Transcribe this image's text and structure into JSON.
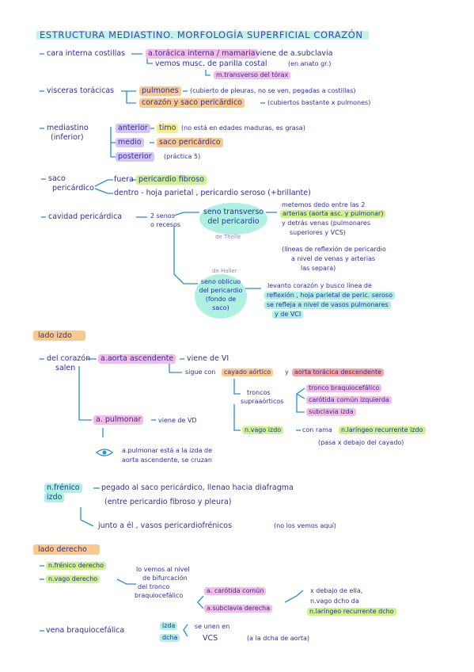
{
  "title": "ESTRUCTURA MEDIASTINO. MORFOLOGÍA SUPERFICIAL CORAZÓN",
  "cara": {
    "label": "cara interna costillas",
    "arteria": "a.torácica interna / mamaria",
    "viene": "viene de a.subclavia",
    "vemos": "vemos musc. de parilla costal",
    "anato": "(en anato gr.)",
    "nervio": "m.transverso del tórax"
  },
  "visceras": {
    "label": "visceras torácicas",
    "pulmones": "pulmones",
    "pulmones_note": "(cubierto de pleuras, no se ven, pegadas a costillas)",
    "corazon": "corazón y saco pericárdico",
    "corazon_note": "(cubiertos bastante x pulmones)"
  },
  "mediastino": {
    "label1": "mediastino",
    "label2": "(inferior)",
    "anterior": "anterior",
    "timo": "timo",
    "timo_note": "(no está en edades maduras, es grasa)",
    "medio": "medio",
    "saco": "saco pericárdico",
    "posterior": "posterior",
    "practica": "(práctica 5)"
  },
  "saco": {
    "label1": "saco",
    "label2": "pericárdico",
    "fuera": "fuera",
    "fibroso": "pericardio fibroso",
    "dentro": "dentro - hoja parietal , pericardio seroso (+brillante)"
  },
  "cavidad": {
    "label": "cavidad pericárdica",
    "senos1": "2 senos",
    "senos2": "o recesos",
    "transverso": [
      "seno transverso",
      "del pericardio"
    ],
    "thelle": "de Thelle",
    "metemos": [
      "metemos dedo entre las 2",
      "arterias (aorta asc. y pulmonar)",
      "y detrás venas (pulmonares",
      "superiores y VCS)"
    ],
    "lineas": [
      "(líneas de reflexión de pericardio",
      "a nivel de venas y arterias",
      "las separa)"
    ],
    "haller": "de Haller",
    "oblicuo": [
      "seno oblicuo",
      "del pericardio",
      "(fondo de",
      "saco)"
    ],
    "levanto": [
      "levanto corazón y busco línea de",
      "reflexión , hoja parietal de peric. seroso",
      "se refleja a nivel de vasos pulmonares",
      "y de VCI"
    ]
  },
  "izdo": {
    "header": "lado izdo",
    "del1": "del corazón",
    "del2": "salen",
    "aorta": "a.aorta ascendente",
    "viene_vi": "viene de VI",
    "sigue": "sigue con",
    "cayado": "cayado aórtico",
    "y": "y",
    "toracica": "aorta torácica descendente",
    "troncos1": "troncos",
    "troncos2": "supraaórticos",
    "tronco_braq": "tronco braquiocefálico",
    "carotida": "carótida común izquierda",
    "subclavia": "subclavia izda",
    "pulmonar": "a. pulmonar",
    "viene_vd": "viene de VD",
    "nvago": "n.vago izdo",
    "con_rama": "con rama",
    "laringeo": "n.laríngeo recurrente izdo",
    "pasa": "(pasa x debajo del cayado)",
    "nota1": "a.pulmonar está a la izda de",
    "nota2": "aorta ascendente, se cruzan"
  },
  "frenico": {
    "label1": "n.frénico",
    "label2": "izdo",
    "pegado": "pegado al saco pericárdico, llenao hacia diafragma",
    "entre": "(entre pericardio fibroso y pleura)",
    "junto": "junto a él , vasos pericardiofrénicos",
    "nota": "(no los vemos aquí)"
  },
  "dcho": {
    "header": "lado derecho",
    "frenico": "n.frénico derecho",
    "vago": "n.vago derecho",
    "vemos": [
      "lo vemos al nivel",
      "de bifurcación",
      "del tronco",
      "braquiocefálico"
    ],
    "carotida": "a. carótida común",
    "subclavia": "a.subclavia derecha",
    "debajo": "x debajo de ella,",
    "nvago": "n.vago dcho da",
    "laringeo": "n.laríngeo recurrente dcho",
    "vena": "vena braquiocefálica",
    "izda": "izda",
    "dcha": "dcha",
    "se_unen": "se unen en",
    "vcs": "VCS",
    "ala": "(a la dcha de aorta)"
  }
}
